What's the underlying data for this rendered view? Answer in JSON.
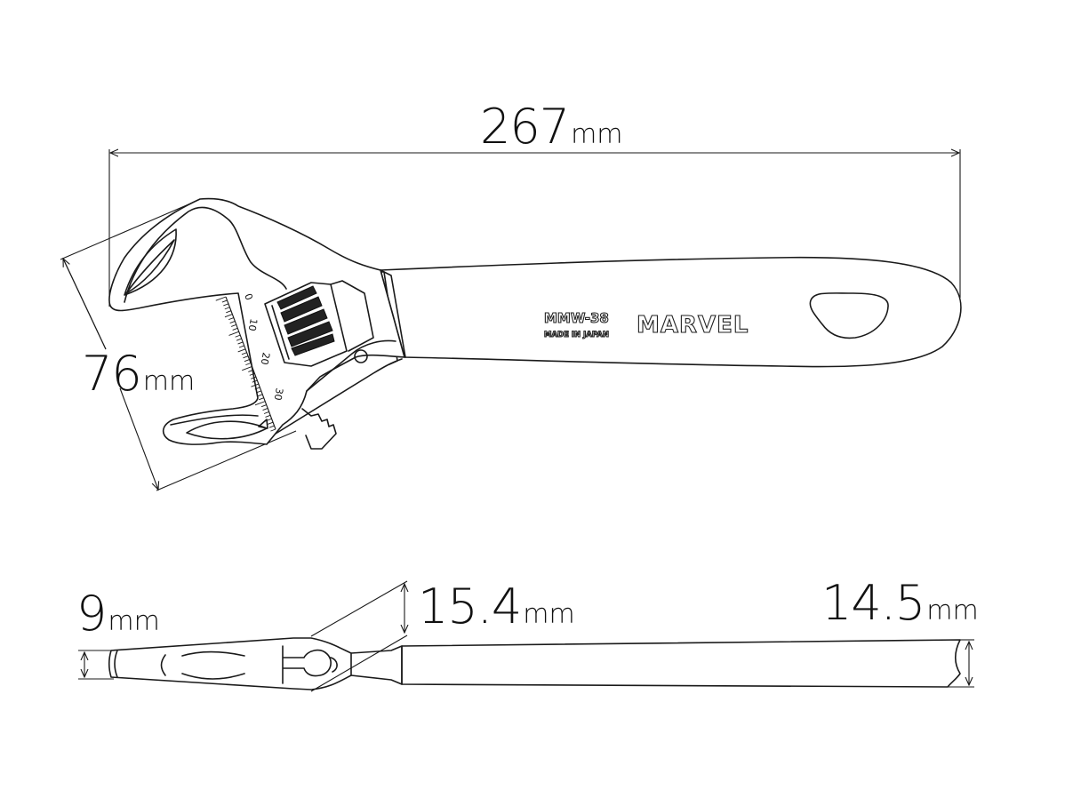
{
  "diagram": {
    "subject": "adjustable wrench dimension drawing",
    "views": [
      "top view",
      "side view"
    ],
    "dimensions": {
      "overall_length": {
        "value": "267",
        "unit": "mm"
      },
      "jaw_width": {
        "value": "76",
        "unit": "mm"
      },
      "jaw_tip_thickness": {
        "value": "9",
        "unit": "mm"
      },
      "head_thickness": {
        "value": "15.4",
        "unit": "mm"
      },
      "handle_thickness": {
        "value": "14.5",
        "unit": "mm"
      }
    },
    "handle_markings": {
      "model": "MMW-38",
      "origin": "MADE IN JAPAN",
      "brand": "MARVEL"
    },
    "jaw_scale": {
      "labels": [
        "0",
        "10",
        "20",
        "30"
      ]
    },
    "colors": {
      "line": "#1a1a1a",
      "background": "#ffffff"
    }
  }
}
